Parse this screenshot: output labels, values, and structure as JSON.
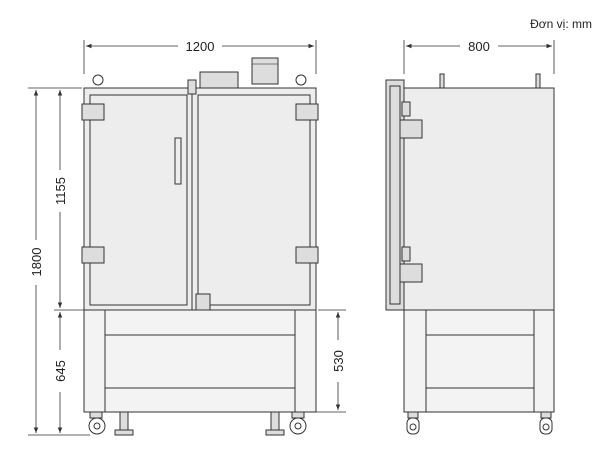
{
  "unit_label": "Đơn vị: mm",
  "front_view": {
    "width": "1200",
    "total_height": "1800",
    "chamber_height": "1155",
    "base_height": "645",
    "base_inner_height": "530"
  },
  "side_view": {
    "depth": "800"
  },
  "colors": {
    "line": "#333333",
    "chamber_fill": "#ededed",
    "base_fill": "#f3f3f3"
  }
}
